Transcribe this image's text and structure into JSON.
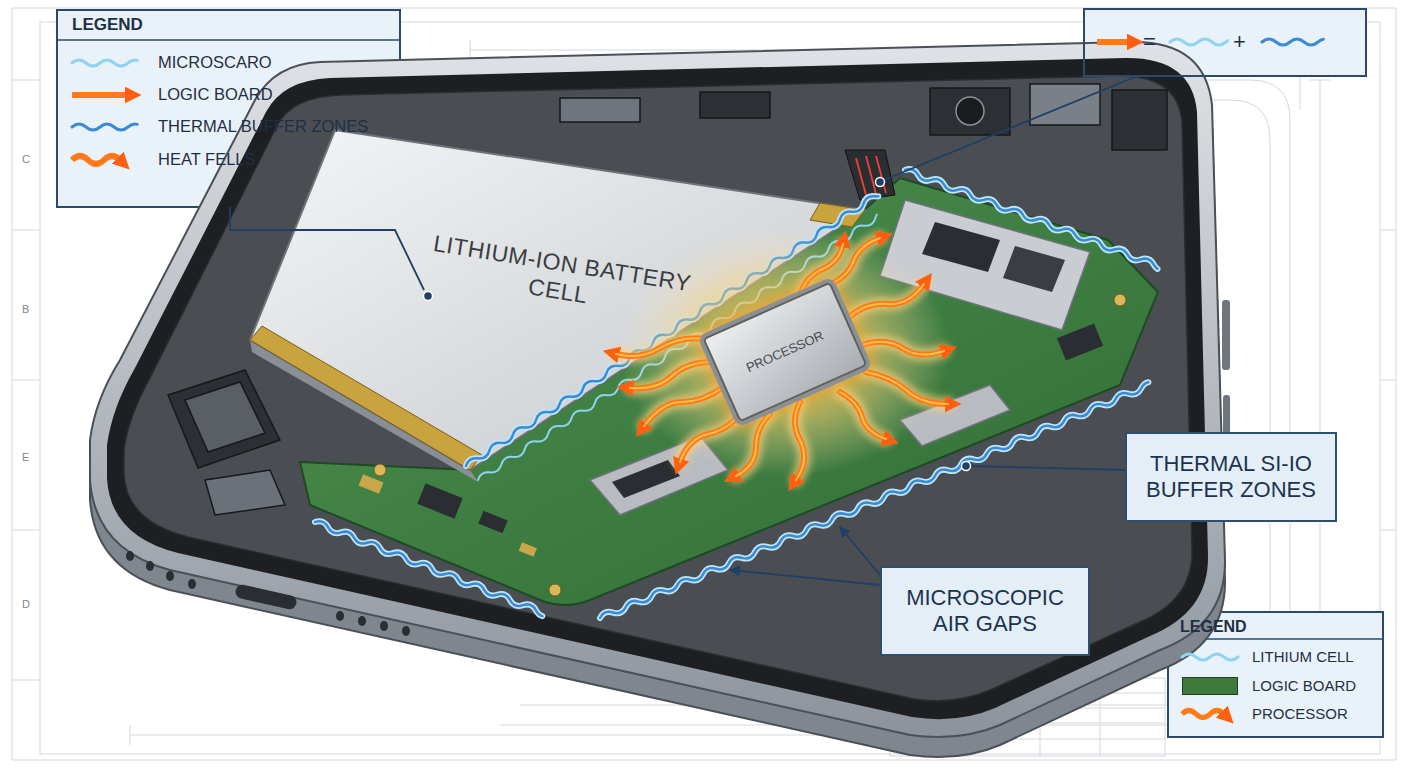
{
  "diagram": {
    "nodes": [
      {
        "text": [
          "=",
          "+"
        ]
      },
      {
        "text": [
          "LITHIUM-ION BATTERY CELL"
        ]
      },
      {
        "text": [
          "PROCESSOR"
        ]
      },
      {
        "text": [
          "THERMAL SI-IO BUFFER ZONES"
        ]
      },
      {
        "text": [
          "MICROSCOPIC AIR GAPS"
        ]
      }
    ],
    "labels": [
      "LEGEND",
      "LEGEND",
      "C",
      "B",
      "E",
      "D"
    ],
    "legend": [
      {
        "text": "MICROSCARO"
      },
      {
        "text": "LOGIC BOARD"
      },
      {
        "text": "THERMAL BUFFER ZONES"
      },
      {
        "text": "HEAT FELLS"
      },
      {
        "text": "LITHIUM CELL"
      },
      {
        "text": "LOGIC BOARD",
        "color": "#3d7a3c"
      },
      {
        "text": "PROCESSOR"
      }
    ]
  }
}
